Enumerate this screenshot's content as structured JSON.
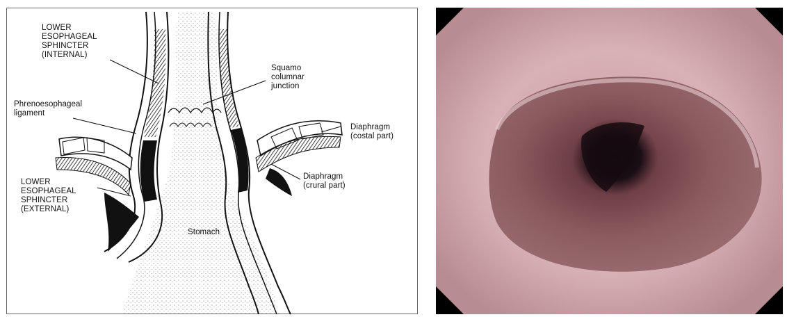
{
  "diagram": {
    "labels": {
      "les_internal": [
        "LOWER",
        "ESOPHAGEAL",
        "SPHINCTER",
        "(INTERNAL)"
      ],
      "squamo": [
        "Squamo",
        "columnar",
        "junction"
      ],
      "phreno": [
        "Phrenoesophageal",
        "ligament"
      ],
      "diaphragm_costal": [
        "Diaphragm",
        "(costal part)"
      ],
      "diaphragm_crural": [
        "Diaphragm",
        "(crural part)"
      ],
      "les_external": [
        "LOWER",
        "ESOPHAGEAL",
        "SPHINCTER",
        "(EXTERNAL)"
      ],
      "stomach": "Stomach"
    }
  },
  "colors": {
    "line": "#111111",
    "mucosa_outer": "#e7c4c9",
    "mucosa_inner": "#7a4a4e",
    "lumen": "#1a0f14",
    "octagon_bg": "#000000"
  }
}
